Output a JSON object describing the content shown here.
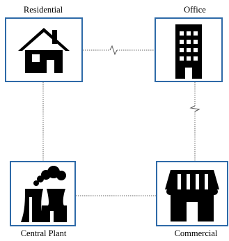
{
  "nodes": {
    "residential": {
      "label": "Residential",
      "icon": "house-icon"
    },
    "office": {
      "label": "Office",
      "icon": "office-building-icon"
    },
    "central_plant": {
      "label": "Central Plant",
      "icon": "power-plant-icon"
    },
    "commercial": {
      "label": "Commercial",
      "icon": "storefront-icon"
    }
  },
  "links": [
    {
      "from": "Residential",
      "to": "Office",
      "style": "dotted",
      "break": true
    },
    {
      "from": "Office",
      "to": "Commercial",
      "style": "dotted",
      "break": true
    },
    {
      "from": "Residential",
      "to": "Central Plant",
      "style": "dotted",
      "break": false
    },
    {
      "from": "Central Plant",
      "to": "Commercial",
      "style": "dotted",
      "break": false
    }
  ],
  "colors": {
    "box_border": "#2e6aa8",
    "icon": "#000000",
    "link": "#555555"
  }
}
